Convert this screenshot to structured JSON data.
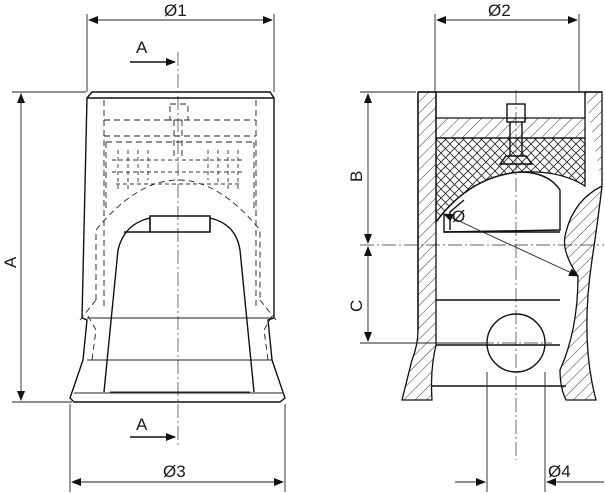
{
  "labels": {
    "d1": "Ø1",
    "d2": "Ø2",
    "d3": "Ø3",
    "d4": "Ø4",
    "a": "A",
    "b": "B",
    "c": "C",
    "section_top": "A",
    "section_bottom": "A",
    "dia_inner": "Ø"
  },
  "colors": {
    "line": "#111111",
    "background": "#ffffff"
  }
}
